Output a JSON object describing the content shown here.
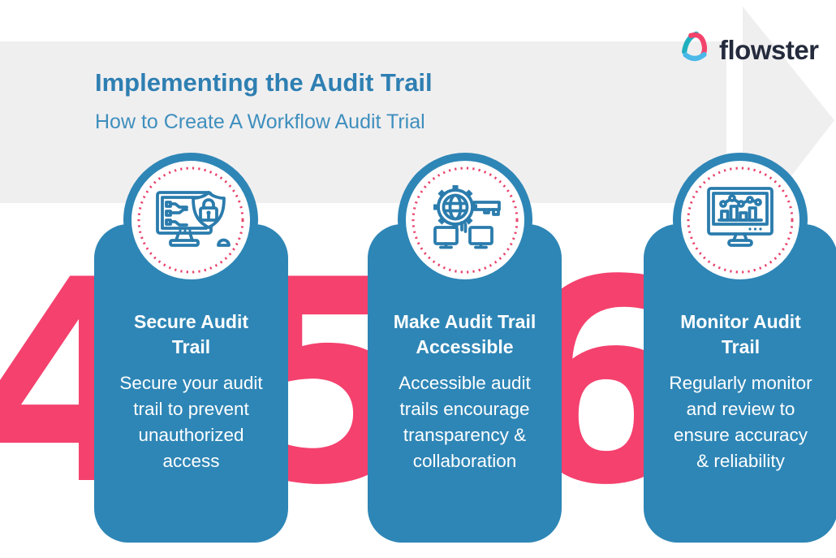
{
  "logo": {
    "text": "flowster"
  },
  "header": {
    "title": "Implementing the Audit Trail",
    "subtitle": "How to Create A Workflow Audit Trial"
  },
  "steps": [
    {
      "number": "4",
      "icon": "secure-monitor-shield-lock-icon",
      "title": [
        "Secure Audit",
        "Trail"
      ],
      "body": [
        "Secure your audit",
        "trail to prevent",
        "unauthorized",
        "access"
      ]
    },
    {
      "number": "5",
      "icon": "globe-gear-key-network-icon",
      "title": [
        "Make Audit Trail",
        "Accessible"
      ],
      "body": [
        "Accessible audit",
        "trails encourage",
        "transparency &",
        "collaboration"
      ]
    },
    {
      "number": "6",
      "icon": "monitor-analytics-chart-icon",
      "title": [
        "Monitor Audit",
        "Trail"
      ],
      "body": [
        "Regularly monitor",
        "and review to",
        "ensure accuracy",
        "& reliability"
      ]
    }
  ],
  "colors": {
    "card_blue": "#2E86B6",
    "accent_pink": "#F4416E",
    "title_blue": "#2E7FB2",
    "subtitle_blue": "#3E8FBD",
    "background_gray": "#F0EFF0",
    "logo_navy": "#242B3D",
    "logo_teal": "#1FB0C0",
    "logo_pink": "#F3436C",
    "logo_light_blue": "#4AB8E8",
    "icon_stroke_blue": "#2B7CAD",
    "dotted_ring_pink": "#E8426B"
  }
}
